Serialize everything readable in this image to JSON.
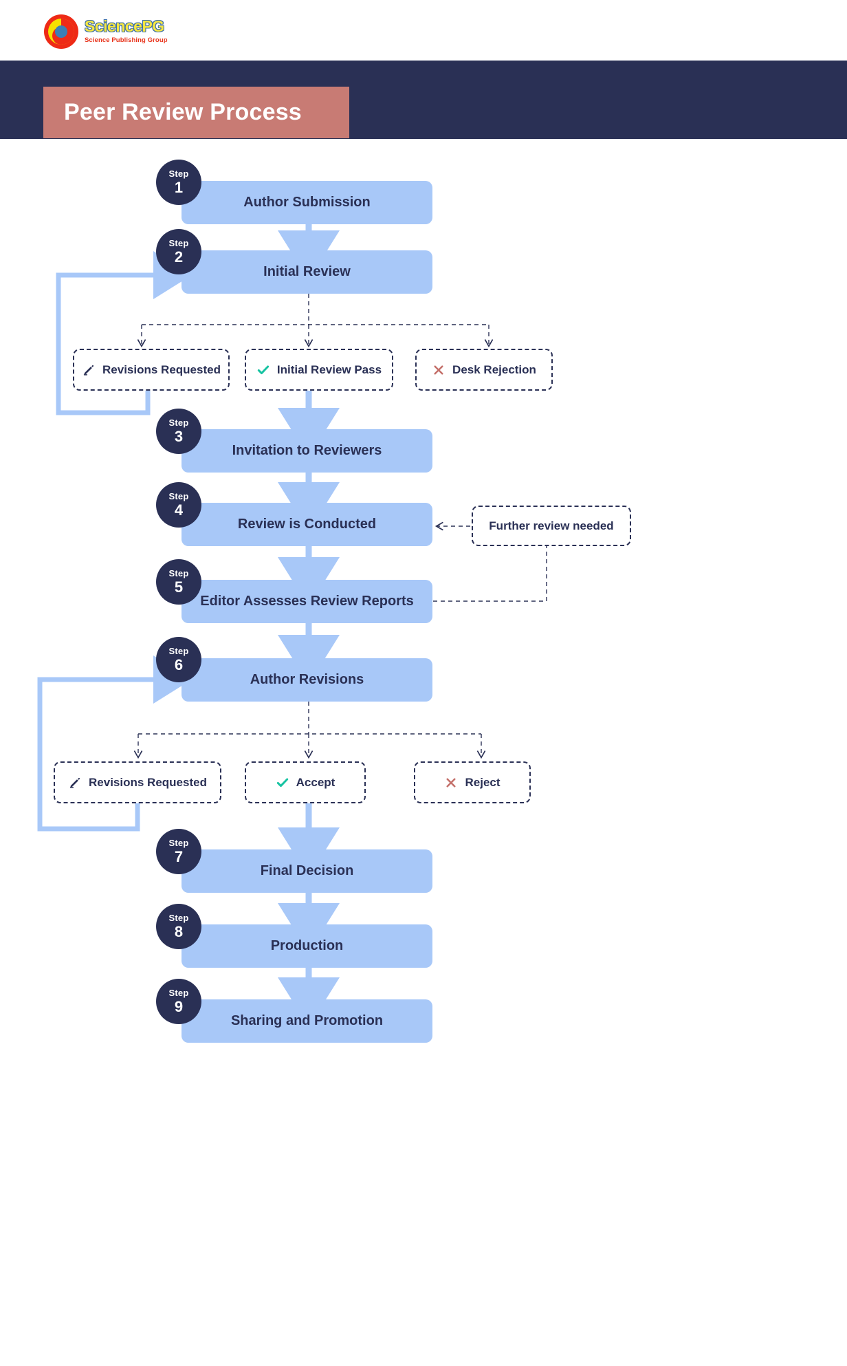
{
  "brand": {
    "name": "SciencePG",
    "tagline": "Science Publishing Group",
    "logo_icon": "sciencepg-logo-icon"
  },
  "header": {
    "title": "Peer Review Process",
    "banner_color": "#2a3055",
    "title_box_color": "#c87b74"
  },
  "colors": {
    "process_box": "#a8c8f8",
    "badge": "#2a3055",
    "accent_text": "#2a3055",
    "check_icon": "#17c3a2",
    "x_icon": "#c4706a",
    "arrow": "#a8c8f8",
    "dashed_line": "#2a3055"
  },
  "steps": [
    {
      "label": "Step",
      "number": "1",
      "title": "Author Submission"
    },
    {
      "label": "Step",
      "number": "2",
      "title": "Initial Review"
    },
    {
      "label": "Step",
      "number": "3",
      "title": "Invitation to Reviewers"
    },
    {
      "label": "Step",
      "number": "4",
      "title": "Review is Conducted"
    },
    {
      "label": "Step",
      "number": "5",
      "title": "Editor Assesses Review Reports"
    },
    {
      "label": "Step",
      "number": "6",
      "title": "Author Revisions"
    },
    {
      "label": "Step",
      "number": "7",
      "title": "Final Decision"
    },
    {
      "label": "Step",
      "number": "8",
      "title": "Production"
    },
    {
      "label": "Step",
      "number": "9",
      "title": "Sharing and Promotion"
    }
  ],
  "decisions_initial_review": [
    {
      "icon": "pencil-icon",
      "label": "Revisions Requested"
    },
    {
      "icon": "check-icon",
      "label": "Initial Review Pass"
    },
    {
      "icon": "x-icon",
      "label": "Desk Rejection"
    }
  ],
  "decisions_author_revisions": [
    {
      "icon": "pencil-icon",
      "label": "Revisions Requested"
    },
    {
      "icon": "check-icon",
      "label": "Accept"
    },
    {
      "icon": "x-icon",
      "label": "Reject"
    }
  ],
  "side_note": {
    "label": "Further review needed"
  }
}
